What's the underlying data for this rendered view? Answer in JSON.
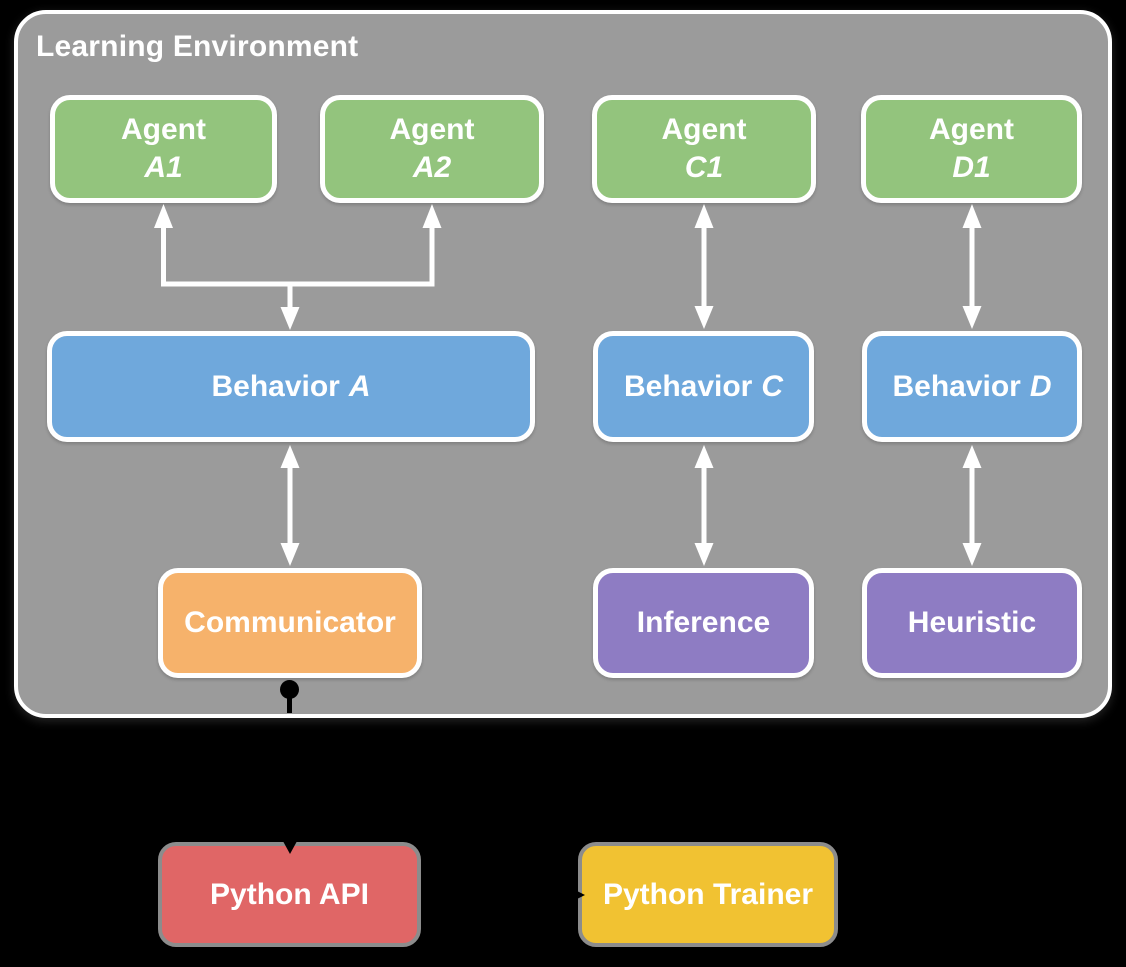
{
  "canvas": {
    "background": "#000000"
  },
  "environment": {
    "title": "Learning Environment",
    "fill": "#9B9B9B",
    "border_color": "#FFFFFF",
    "agents": [
      {
        "line1": "Agent",
        "line2": "A1",
        "fill": "#93C47D"
      },
      {
        "line1": "Agent",
        "line2": "A2",
        "fill": "#93C47D"
      },
      {
        "line1": "Agent",
        "line2": "C1",
        "fill": "#93C47D"
      },
      {
        "line1": "Agent",
        "line2": "D1",
        "fill": "#93C47D"
      }
    ],
    "behaviors": [
      {
        "name": "Behavior",
        "variant": "A",
        "fill": "#6FA8DC"
      },
      {
        "name": "Behavior",
        "variant": "C",
        "fill": "#6FA8DC"
      },
      {
        "name": "Behavior",
        "variant": "D",
        "fill": "#6FA8DC"
      }
    ],
    "modules": [
      {
        "label": "Communicator",
        "fill": "#F6B26B"
      },
      {
        "label": "Inference",
        "fill": "#8E7CC3"
      },
      {
        "label": "Heuristic",
        "fill": "#8E7CC3"
      }
    ]
  },
  "external": {
    "python_api": {
      "label": "Python API",
      "fill": "#E06666",
      "border_color": "#8C8C8C"
    },
    "python_trainer": {
      "label": "Python Trainer",
      "fill": "#F1C232",
      "border_color": "#8C8C8C"
    }
  },
  "connectors": {
    "arrow_color": "#FFFFFF",
    "link_color": "#000000"
  }
}
